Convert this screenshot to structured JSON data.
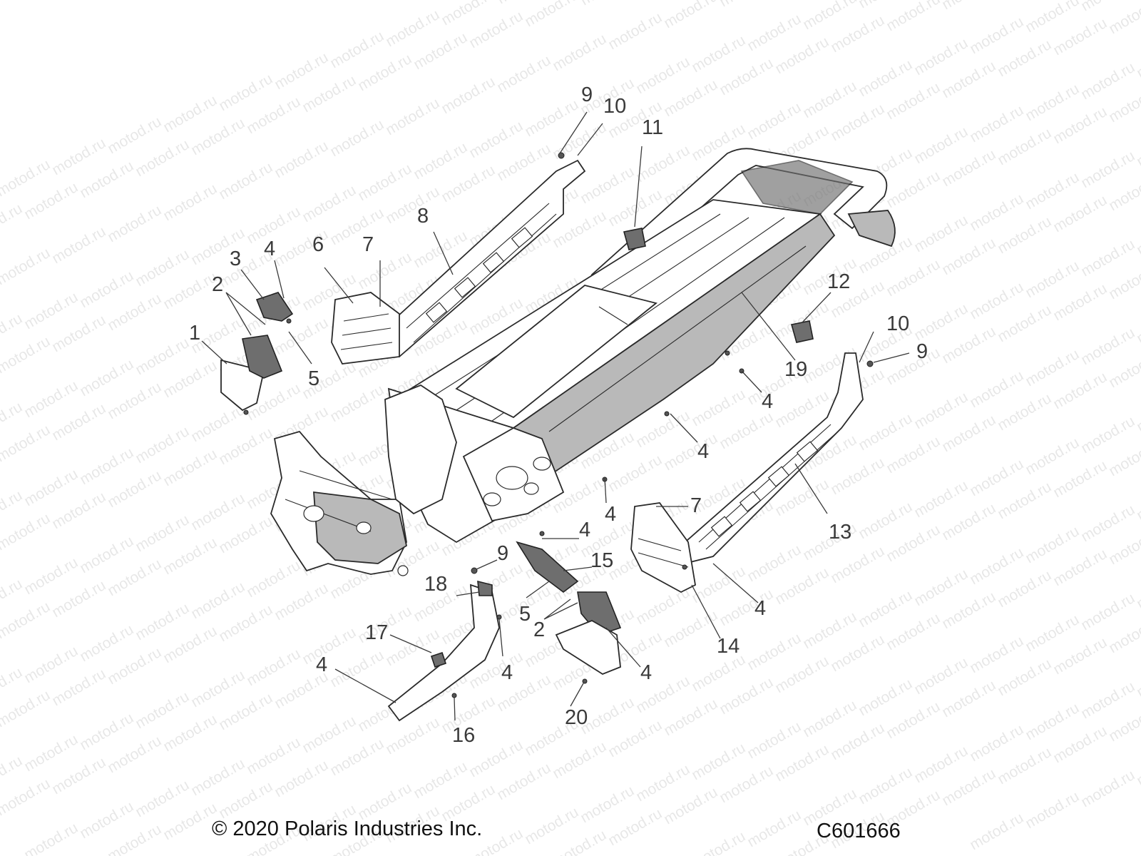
{
  "watermark": {
    "text": "motod.ru"
  },
  "footer": {
    "copyright": "© 2020 Polaris Industries Inc.",
    "diagram_code": "C601666"
  },
  "callouts": [
    {
      "id": "c1",
      "label": "1"
    },
    {
      "id": "c2a",
      "label": "2"
    },
    {
      "id": "c3",
      "label": "3"
    },
    {
      "id": "c4a",
      "label": "4"
    },
    {
      "id": "c5a",
      "label": "5"
    },
    {
      "id": "c6",
      "label": "6"
    },
    {
      "id": "c7a",
      "label": "7"
    },
    {
      "id": "c8",
      "label": "8"
    },
    {
      "id": "c9a",
      "label": "9"
    },
    {
      "id": "c10a",
      "label": "10"
    },
    {
      "id": "c11",
      "label": "11"
    },
    {
      "id": "c12",
      "label": "12"
    },
    {
      "id": "c10b",
      "label": "10"
    },
    {
      "id": "c9b",
      "label": "9"
    },
    {
      "id": "c19",
      "label": "19"
    },
    {
      "id": "c4b",
      "label": "4"
    },
    {
      "id": "c4c",
      "label": "4"
    },
    {
      "id": "c4d",
      "label": "4"
    },
    {
      "id": "c7b",
      "label": "7"
    },
    {
      "id": "c13",
      "label": "13"
    },
    {
      "id": "c4e",
      "label": "4"
    },
    {
      "id": "c9c",
      "label": "9"
    },
    {
      "id": "c15",
      "label": "15"
    },
    {
      "id": "c18",
      "label": "18"
    },
    {
      "id": "c5b",
      "label": "5"
    },
    {
      "id": "c2b",
      "label": "2"
    },
    {
      "id": "c17",
      "label": "17"
    },
    {
      "id": "c4f",
      "label": "4"
    },
    {
      "id": "c4g",
      "label": "4"
    },
    {
      "id": "c16",
      "label": "16"
    },
    {
      "id": "c4h",
      "label": "4"
    },
    {
      "id": "c20",
      "label": "20"
    },
    {
      "id": "c14",
      "label": "14"
    },
    {
      "id": "c4i",
      "label": "4"
    }
  ]
}
